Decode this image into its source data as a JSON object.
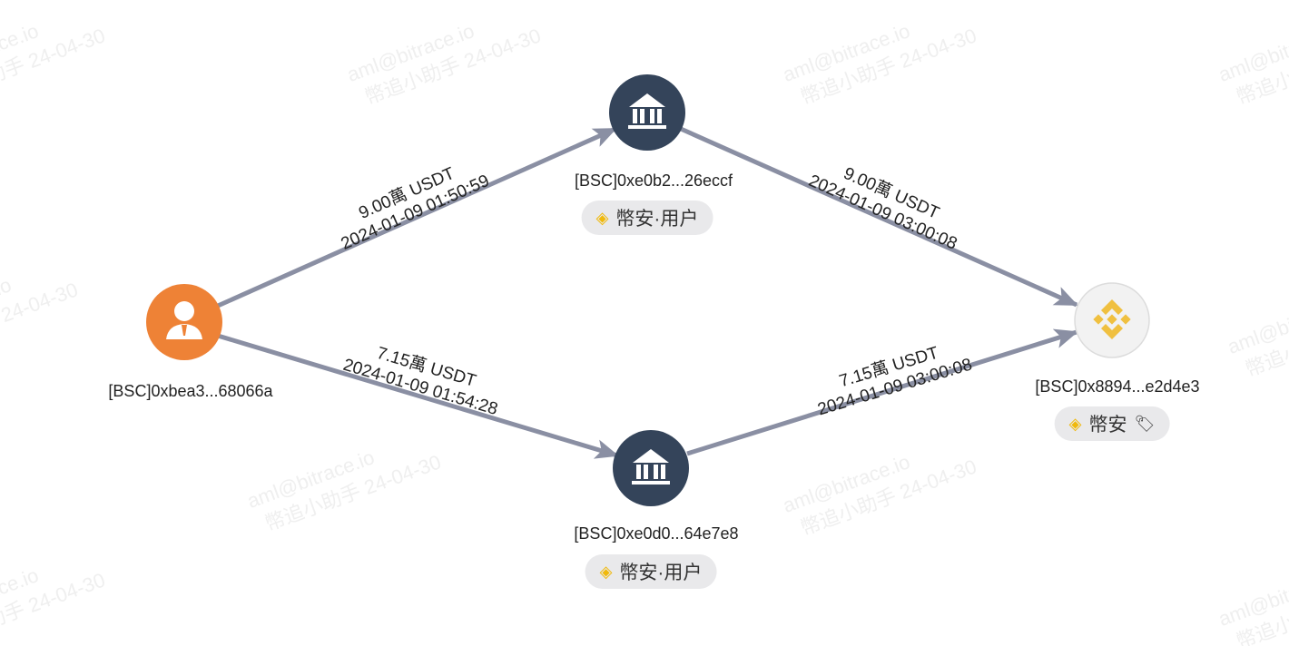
{
  "watermark": {
    "line1": "aml@bitrace.io",
    "line2": "幣追小助手 24-04-30"
  },
  "colors": {
    "edge": "#8a8fa3",
    "source": "#ee8236",
    "bank": "#34445a",
    "exchange_bg": "#f2f2f2",
    "binance": "#f0b90b"
  },
  "nodes": {
    "source": {
      "address": "[BSC]0xbea3...68066a",
      "icon": "user-icon"
    },
    "top": {
      "address": "[BSC]0xe0b2...26eccf",
      "icon": "bank-icon",
      "tag": "幣安·用户"
    },
    "bottom": {
      "address": "[BSC]0xe0d0...64e7e8",
      "icon": "bank-icon",
      "tag": "幣安·用户"
    },
    "target": {
      "address": "[BSC]0x8894...e2d4e3",
      "icon": "binance-icon",
      "tag": "幣安"
    }
  },
  "edges": [
    {
      "amount": "9.00萬 USDT",
      "time": "2024-01-09 01:50:59"
    },
    {
      "amount": "9.00萬 USDT",
      "time": "2024-01-09 03:00:08"
    },
    {
      "amount": "7.15萬 USDT",
      "time": "2024-01-09 01:54:28"
    },
    {
      "amount": "7.15萬 USDT",
      "time": "2024-01-09 03:00:08"
    }
  ]
}
